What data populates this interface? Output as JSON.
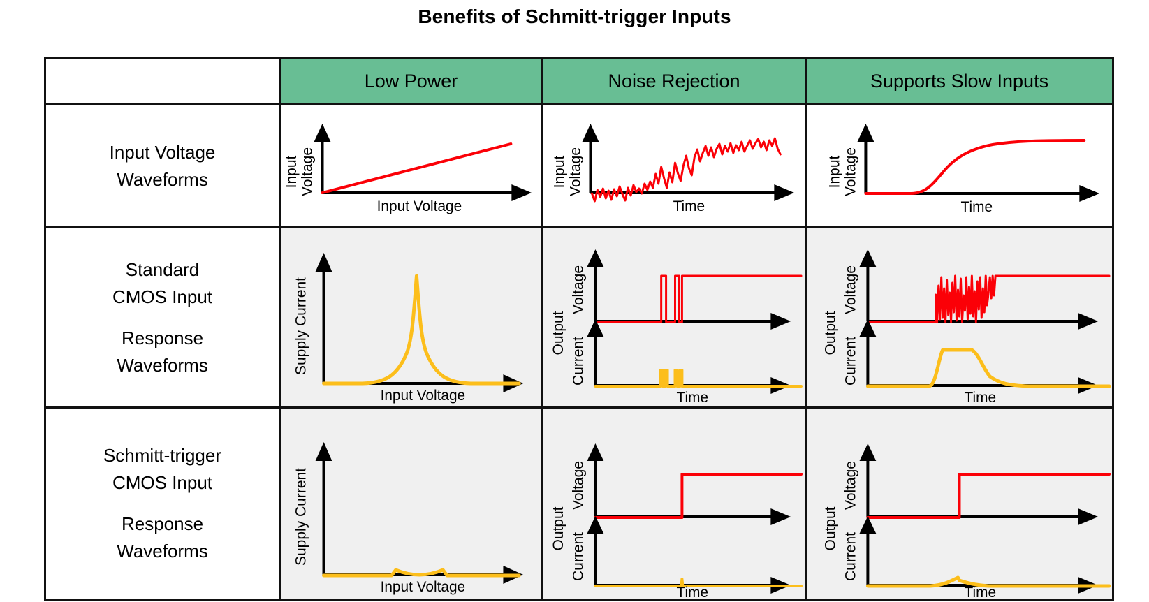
{
  "title": "Benefits of Schmitt-trigger Inputs",
  "colors": {
    "header_green": "#68be94",
    "cell_shaded": "#f0f0f0",
    "signal_red": "#fb0007",
    "signal_yellow": "#fcbe1b",
    "border": "#111111",
    "text": "#000000"
  },
  "table": {
    "corner_label": "",
    "columns": [
      {
        "key": "low_power",
        "label": "Low Power"
      },
      {
        "key": "noise_rejection",
        "label": "Noise Rejection"
      },
      {
        "key": "slow_inputs",
        "label": "Supports Slow Inputs"
      }
    ],
    "rows": [
      {
        "key": "input_waveforms",
        "label_line1": "Input Voltage",
        "label_line2": "Waveforms",
        "label_line3": "",
        "label_line4": "",
        "shaded": false
      },
      {
        "key": "standard_cmos",
        "label_line1": "Standard",
        "label_line2": "CMOS Input",
        "label_line3": "Response",
        "label_line4": "Waveforms",
        "shaded": true
      },
      {
        "key": "schmitt_cmos",
        "label_line1": "Schmitt-trigger",
        "label_line2": "CMOS Input",
        "label_line3": "Response",
        "label_line4": "Waveforms",
        "shaded": true
      }
    ]
  },
  "chart_data": [
    {
      "id": "r1c1",
      "row": "input_waveforms",
      "column": "low_power",
      "type": "line",
      "title": "",
      "ylabel_top": "Input",
      "ylabel_bottom": "Voltage",
      "xlabel": "Input Voltage",
      "grid": false,
      "series": [
        {
          "name": "input voltage ramp",
          "color": "#fb0007",
          "points": [
            [
              0,
              0
            ],
            [
              1,
              0.62
            ]
          ]
        }
      ],
      "annotation": "Linearly rising input voltage sweep"
    },
    {
      "id": "r1c2",
      "row": "input_waveforms",
      "column": "noise_rejection",
      "type": "line",
      "title": "",
      "ylabel_top": "Input",
      "ylabel_bottom": "Voltage",
      "xlabel": "Time",
      "grid": false,
      "series": [
        {
          "name": "noisy rising input",
          "color": "#fb0007",
          "description": "Noisy signal that starts near zero with small jitter, ramps up between t=0.2 and t=0.5, then plateaus near the top with continued noise"
        }
      ],
      "annotation": "Noisy slow rising edge"
    },
    {
      "id": "r1c3",
      "row": "input_waveforms",
      "column": "slow_inputs",
      "type": "line",
      "title": "",
      "ylabel_top": "Input",
      "ylabel_bottom": "Voltage",
      "xlabel": "Time",
      "grid": false,
      "series": [
        {
          "name": "slow RC rising input",
          "color": "#fb0007",
          "description": "Flat at 0 until t=0.22, then smooth exponential rise saturating at 0.85 by t=0.75"
        }
      ],
      "annotation": "Slow, clean exponential input edge"
    },
    {
      "id": "r2c1",
      "row": "standard_cmos",
      "column": "low_power",
      "type": "line",
      "title": "",
      "ylabel": "Supply Current",
      "xlabel": "Input Voltage",
      "grid": false,
      "series": [
        {
          "name": "supply current",
          "color": "#fcbe1b",
          "description": "Sharp crowbar current spike peaking at mid-rail (x=0.5), near-zero elsewhere",
          "peak_x": 0.5,
          "peak_y": 1.0
        }
      ],
      "annotation": "Large shoot-through current at mid-rail"
    },
    {
      "id": "r2c2",
      "row": "standard_cmos",
      "column": "noise_rejection",
      "type": "line",
      "title": "",
      "ylabel": "Output",
      "sub_plots": [
        {
          "name": "Voltage",
          "color": "#fb0007",
          "description": "Output low, two narrow glitch pulses near t=0.30 and t=0.40-0.43, then latches high at t=0.45"
        },
        {
          "name": "Current",
          "color": "#fcbe1b",
          "description": "Flat near zero with matching narrow current spikes at the glitch times"
        }
      ],
      "xlabel": "Time",
      "grid": false,
      "annotation": "Noise causes false output glitches"
    },
    {
      "id": "r2c3",
      "row": "standard_cmos",
      "column": "slow_inputs",
      "type": "line",
      "title": "",
      "ylabel": "Output",
      "sub_plots": [
        {
          "name": "Voltage",
          "color": "#fb0007",
          "description": "Dense oscillation / chatter between t=0.33 and t=0.48 before settling high"
        },
        {
          "name": "Current",
          "color": "#fcbe1b",
          "description": "Broad elevated current plateau during chatter from t=0.33 to t=0.47, decaying exponentially afterwards"
        }
      ],
      "xlabel": "Time",
      "grid": false,
      "annotation": "Slow edge causes output chatter and sustained current"
    },
    {
      "id": "r3c1",
      "row": "schmitt_cmos",
      "column": "low_power",
      "type": "line",
      "title": "",
      "ylabel": "Supply Current",
      "xlabel": "Input Voltage",
      "grid": false,
      "series": [
        {
          "name": "supply current",
          "color": "#fcbe1b",
          "description": "Two very small bumps near mid-rail, otherwise flat at zero",
          "peak_y": 0.05
        }
      ],
      "annotation": "Minimal shoot-through current"
    },
    {
      "id": "r3c2",
      "row": "schmitt_cmos",
      "column": "noise_rejection",
      "type": "line",
      "title": "",
      "ylabel": "Output",
      "sub_plots": [
        {
          "name": "Voltage",
          "color": "#fb0007",
          "description": "Clean single step from low to high at t=0.35, no glitches"
        },
        {
          "name": "Current",
          "color": "#fcbe1b",
          "description": "Flat at zero with one hairline spike at the transition"
        }
      ],
      "xlabel": "Time",
      "grid": false,
      "annotation": "Clean single transition, noise rejected"
    },
    {
      "id": "r3c3",
      "row": "schmitt_cmos",
      "column": "slow_inputs",
      "type": "line",
      "title": "",
      "ylabel": "Output",
      "sub_plots": [
        {
          "name": "Voltage",
          "color": "#fb0007",
          "description": "Clean single step from low to high at t=0.35"
        },
        {
          "name": "Current",
          "color": "#fcbe1b",
          "description": "Flat at zero with one small low bump around the transition"
        }
      ],
      "xlabel": "Time",
      "grid": false,
      "annotation": "Clean transition even with slow input"
    }
  ]
}
